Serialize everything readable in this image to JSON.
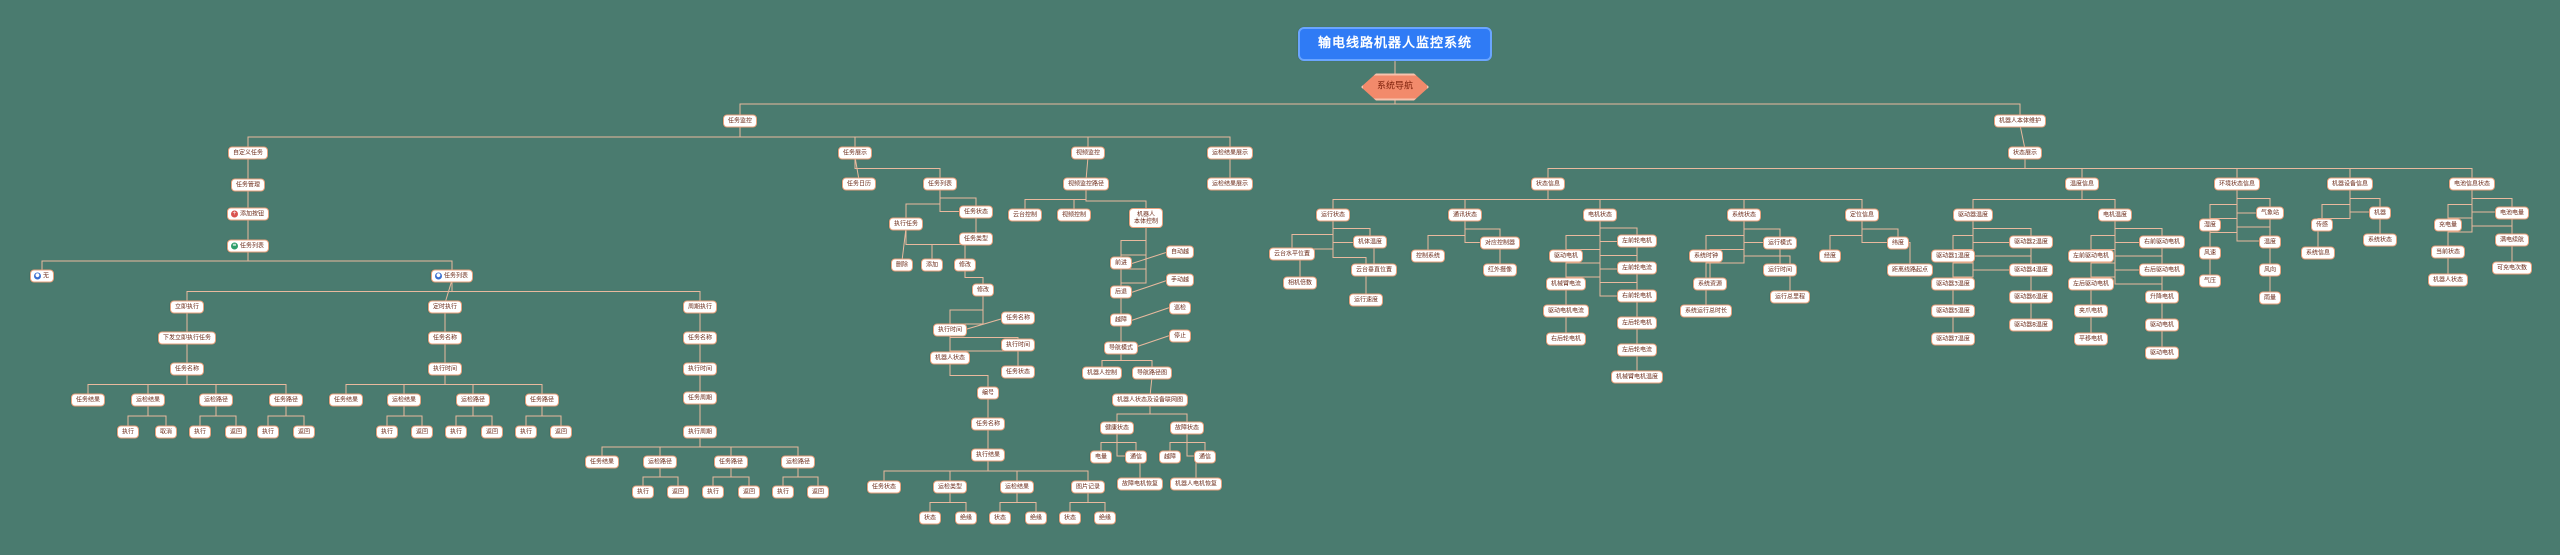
{
  "root": "输电线路机器人监控系统",
  "hub": "系统导航",
  "nodes": [
    {
      "id": "n1",
      "p": "hub",
      "t": "任务监控"
    },
    {
      "id": "n2",
      "p": "hub",
      "t": "机器人本体维护"
    },
    {
      "id": "a1",
      "p": "n1",
      "t": "自定义任务"
    },
    {
      "id": "a2",
      "p": "n1",
      "t": "任务展示"
    },
    {
      "id": "a3",
      "p": "n1",
      "t": "视频监控"
    },
    {
      "id": "a4",
      "p": "n1",
      "t": "运检结果展示"
    },
    {
      "id": "a1a",
      "p": "a1",
      "t": "任务管理"
    },
    {
      "id": "a1b",
      "p": "a1a",
      "t": "添加按钮",
      "icon": "red"
    },
    {
      "id": "a1c",
      "p": "a1b",
      "t": "任务列表",
      "icon": "green"
    },
    {
      "id": "a1d",
      "p": "a1c",
      "t": "无",
      "icon": "blue"
    },
    {
      "id": "a1e",
      "p": "a1c",
      "t": "任务列表",
      "icon": "blue"
    },
    {
      "id": "b1",
      "p": "a1e",
      "t": "立即执行"
    },
    {
      "id": "b2",
      "p": "a1e",
      "t": "定时执行"
    },
    {
      "id": "b3",
      "p": "a1e",
      "t": "周期执行"
    },
    {
      "id": "b1a",
      "p": "b1",
      "t": "下发立即执行任务"
    },
    {
      "id": "b1b",
      "p": "b1a",
      "t": "任务名称"
    },
    {
      "id": "b1c1",
      "p": "b1b",
      "t": "任务结果"
    },
    {
      "id": "b1c2",
      "p": "b1b",
      "t": "运检结果"
    },
    {
      "id": "b1c3",
      "p": "b1b",
      "t": "运检路径"
    },
    {
      "id": "b1c4",
      "p": "b1b",
      "t": "任务路径"
    },
    {
      "id": "b1d1",
      "p": "b1c2",
      "t": "执行"
    },
    {
      "id": "b1d2",
      "p": "b1c2",
      "t": "取消"
    },
    {
      "id": "b1d3",
      "p": "b1c3",
      "t": "执行"
    },
    {
      "id": "b1d4",
      "p": "b1c3",
      "t": "返回"
    },
    {
      "id": "b1d5",
      "p": "b1c4",
      "t": "执行"
    },
    {
      "id": "b1d6",
      "p": "b1c4",
      "t": "返回"
    },
    {
      "id": "b2a",
      "p": "b2",
      "t": "任务名称"
    },
    {
      "id": "b2b",
      "p": "b2a",
      "t": "执行时间"
    },
    {
      "id": "b2c1",
      "p": "b2b",
      "t": "任务结果"
    },
    {
      "id": "b2c2",
      "p": "b2b",
      "t": "运检结果"
    },
    {
      "id": "b2c3",
      "p": "b2b",
      "t": "运检路径"
    },
    {
      "id": "b2c4",
      "p": "b2b",
      "t": "任务路径"
    },
    {
      "id": "b2d1",
      "p": "b2c2",
      "t": "执行"
    },
    {
      "id": "b2d2",
      "p": "b2c2",
      "t": "返回"
    },
    {
      "id": "b2d3",
      "p": "b2c3",
      "t": "执行"
    },
    {
      "id": "b2d4",
      "p": "b2c3",
      "t": "返回"
    },
    {
      "id": "b2d5",
      "p": "b2c4",
      "t": "执行"
    },
    {
      "id": "b2d6",
      "p": "b2c4",
      "t": "返回"
    },
    {
      "id": "b3a",
      "p": "b3",
      "t": "任务名称"
    },
    {
      "id": "b3b",
      "p": "b3a",
      "t": "执行时间"
    },
    {
      "id": "b3c",
      "p": "b3b",
      "t": "任务周期"
    },
    {
      "id": "b3d",
      "p": "b3c",
      "t": "执行周期"
    },
    {
      "id": "b3e1",
      "p": "b3d",
      "t": "任务结果"
    },
    {
      "id": "b3e2",
      "p": "b3d",
      "t": "运检路径"
    },
    {
      "id": "b3e3",
      "p": "b3d",
      "t": "任务路径"
    },
    {
      "id": "b3e4",
      "p": "b3d",
      "t": "运检路径"
    },
    {
      "id": "b3f1",
      "p": "b3e2",
      "t": "执行"
    },
    {
      "id": "b3f2",
      "p": "b3e2",
      "t": "返回"
    },
    {
      "id": "b3f3",
      "p": "b3e3",
      "t": "执行"
    },
    {
      "id": "b3f4",
      "p": "b3e3",
      "t": "返回"
    },
    {
      "id": "b3f5",
      "p": "b3e4",
      "t": "执行"
    },
    {
      "id": "b3f6",
      "p": "b3e4",
      "t": "返回"
    },
    {
      "id": "c1",
      "p": "a2",
      "t": "任务日历"
    },
    {
      "id": "c2",
      "p": "a2",
      "t": "任务列表"
    },
    {
      "id": "c2a",
      "p": "c2",
      "t": "执行任务"
    },
    {
      "id": "c2b",
      "p": "c2",
      "t": "任务状态"
    },
    {
      "id": "c2c",
      "p": "c2",
      "t": "任务类型"
    },
    {
      "id": "c3a",
      "p": "c2a",
      "t": "删除"
    },
    {
      "id": "c3b",
      "p": "c2a",
      "t": "添加"
    },
    {
      "id": "c3c",
      "p": "c2a",
      "t": "修改"
    },
    {
      "id": "d1",
      "p": "c3c",
      "t": "修改"
    },
    {
      "id": "d2",
      "p": "d1",
      "t": "执行时间"
    },
    {
      "id": "d3",
      "p": "d1",
      "t": "机器人状态"
    },
    {
      "id": "d2a",
      "p": "d2",
      "t": "任务名称"
    },
    {
      "id": "d2b",
      "p": "d2",
      "t": "执行时间"
    },
    {
      "id": "d2c",
      "p": "d2",
      "t": "任务状态"
    },
    {
      "id": "d4",
      "p": "d3",
      "t": "编号"
    },
    {
      "id": "d5",
      "p": "d4",
      "t": "任务名称"
    },
    {
      "id": "d6",
      "p": "d5",
      "t": "执行结果"
    },
    {
      "id": "d6a",
      "p": "d6",
      "t": "任务状态"
    },
    {
      "id": "d6b",
      "p": "d6",
      "t": "运检类型"
    },
    {
      "id": "d6c",
      "p": "d6",
      "t": "运检结果"
    },
    {
      "id": "d6d",
      "p": "d6",
      "t": "图片记录"
    },
    {
      "id": "d7a",
      "p": "d6b",
      "t": "状态"
    },
    {
      "id": "d7b",
      "p": "d6b",
      "t": "绝缘"
    },
    {
      "id": "d7c",
      "p": "d6c",
      "t": "状态"
    },
    {
      "id": "d7d",
      "p": "d6c",
      "t": "绝缘"
    },
    {
      "id": "d7e",
      "p": "d6d",
      "t": "状态"
    },
    {
      "id": "d7f",
      "p": "d6d",
      "t": "绝缘"
    },
    {
      "id": "e1",
      "p": "a3",
      "t": "视频监控路径"
    },
    {
      "id": "e1a",
      "p": "e1",
      "t": "云台控制"
    },
    {
      "id": "e1b",
      "p": "e1",
      "t": "视频控制"
    },
    {
      "id": "e1c",
      "p": "e1",
      "t": "机器人\n本体控制"
    },
    {
      "id": "e2a",
      "p": "e1c",
      "t": "前进"
    },
    {
      "id": "e2b",
      "p": "e1c",
      "t": "后退"
    },
    {
      "id": "e2c",
      "p": "e1c",
      "t": "越障"
    },
    {
      "id": "e2d",
      "p": "e1c",
      "t": "导航模式"
    },
    {
      "id": "e3a",
      "p": "e2a",
      "t": "自动越"
    },
    {
      "id": "e3b",
      "p": "e2b",
      "t": "手动越"
    },
    {
      "id": "e3c",
      "p": "e2c",
      "t": "巡检"
    },
    {
      "id": "e3d",
      "p": "e2d",
      "t": "停止"
    },
    {
      "id": "e4a",
      "p": "e2d",
      "t": "机器人控制"
    },
    {
      "id": "e4b",
      "p": "e2d",
      "t": "导航路径图"
    },
    {
      "id": "e5",
      "p": "e4b",
      "t": "机器人状态及设备联网图"
    },
    {
      "id": "e5a",
      "p": "e5",
      "t": "健康状态"
    },
    {
      "id": "e5b",
      "p": "e5",
      "t": "故障状态"
    },
    {
      "id": "e6a",
      "p": "e5a",
      "t": "电量"
    },
    {
      "id": "e6b",
      "p": "e5a",
      "t": "通信"
    },
    {
      "id": "e6c",
      "p": "e5b",
      "t": "越障"
    },
    {
      "id": "e6d",
      "p": "e5b",
      "t": "通信"
    },
    {
      "id": "e7a",
      "p": "e5a",
      "t": "故障电机恢复"
    },
    {
      "id": "e7b",
      "p": "e5b",
      "t": "机器人电机恢复"
    },
    {
      "id": "f1",
      "p": "a4",
      "t": "运检结果展示"
    },
    {
      "id": "g1",
      "p": "n2",
      "t": "状态展示"
    },
    {
      "id": "g2",
      "p": "g1",
      "t": "状态信息"
    },
    {
      "id": "g3",
      "p": "g1",
      "t": "温度信息"
    },
    {
      "id": "g4",
      "p": "g1",
      "t": "环境状态信息"
    },
    {
      "id": "g5",
      "p": "g1",
      "t": "机器设备信息"
    },
    {
      "id": "g6",
      "p": "g1",
      "t": "电池信息状态"
    },
    {
      "id": "h1",
      "p": "g2",
      "t": "运行状态"
    },
    {
      "id": "h2",
      "p": "g2",
      "t": "通讯状态"
    },
    {
      "id": "h3",
      "p": "g2",
      "t": "电机状态"
    },
    {
      "id": "h4",
      "p": "g2",
      "t": "系统状态"
    },
    {
      "id": "h5",
      "p": "g2",
      "t": "定位信息"
    },
    {
      "id": "h1a",
      "p": "h1",
      "t": "云台水平位置"
    },
    {
      "id": "h1b",
      "p": "h1",
      "t": "机体温度"
    },
    {
      "id": "h1c",
      "p": "h1",
      "t": "云台垂直位置"
    },
    {
      "id": "h1d",
      "p": "h1",
      "t": "相机倍数"
    },
    {
      "id": "h1e",
      "p": "h1",
      "t": "运行速度"
    },
    {
      "id": "h2a",
      "p": "h2",
      "t": "控制系统"
    },
    {
      "id": "h2b",
      "p": "h2",
      "t": "对应控制器"
    },
    {
      "id": "h2c",
      "p": "h2",
      "t": "红外摄像"
    },
    {
      "id": "h3a",
      "p": "h3",
      "t": "驱动电机"
    },
    {
      "id": "h3b",
      "p": "h3",
      "t": "左前轮电机"
    },
    {
      "id": "h3c",
      "p": "h3",
      "t": "左前轮电流"
    },
    {
      "id": "h3d",
      "p": "h3",
      "t": "右前轮电机"
    },
    {
      "id": "h3e",
      "p": "h3",
      "t": "机械臂电流"
    },
    {
      "id": "h3f",
      "p": "h3",
      "t": "驱动电机电流"
    },
    {
      "id": "h3g",
      "p": "h3",
      "t": "左后轮电机"
    },
    {
      "id": "h3h",
      "p": "h3",
      "t": "左后轮电流"
    },
    {
      "id": "h3i",
      "p": "h3",
      "t": "右后轮电机"
    },
    {
      "id": "h3j",
      "p": "h3",
      "t": "机械臂电机温度"
    },
    {
      "id": "h4a",
      "p": "h4",
      "t": "系统时钟"
    },
    {
      "id": "h4b",
      "p": "h4",
      "t": "运行模式"
    },
    {
      "id": "h4c",
      "p": "h4",
      "t": "系统资源"
    },
    {
      "id": "h4d",
      "p": "h4",
      "t": "运行时间"
    },
    {
      "id": "h4e",
      "p": "h4",
      "t": "系统运行总时长"
    },
    {
      "id": "h4f",
      "p": "h4",
      "t": "运行总里程"
    },
    {
      "id": "h5a",
      "p": "h5",
      "t": "经度"
    },
    {
      "id": "h5b",
      "p": "h5",
      "t": "纬度"
    },
    {
      "id": "h5c",
      "p": "h5",
      "t": "距离线路起点"
    },
    {
      "id": "i1",
      "p": "g3",
      "t": "驱动器温度"
    },
    {
      "id": "i2",
      "p": "g3",
      "t": "电机温度"
    },
    {
      "id": "i1a",
      "p": "i1",
      "t": "驱动器1温度"
    },
    {
      "id": "i1b",
      "p": "i1",
      "t": "驱动器2温度"
    },
    {
      "id": "i1c",
      "p": "i1",
      "t": "驱动器3温度"
    },
    {
      "id": "i1d",
      "p": "i1",
      "t": "驱动器4温度"
    },
    {
      "id": "i1e",
      "p": "i1",
      "t": "驱动器5温度"
    },
    {
      "id": "i1f",
      "p": "i1",
      "t": "驱动器6温度"
    },
    {
      "id": "i1g",
      "p": "i1",
      "t": "驱动器7温度"
    },
    {
      "id": "i1h",
      "p": "i1",
      "t": "驱动器8温度"
    },
    {
      "id": "i2a",
      "p": "i2",
      "t": "左前驱动电机"
    },
    {
      "id": "i2b",
      "p": "i2",
      "t": "右前驱动电机"
    },
    {
      "id": "i2c",
      "p": "i2",
      "t": "左后驱动电机"
    },
    {
      "id": "i2d",
      "p": "i2",
      "t": "右后驱动电机"
    },
    {
      "id": "i2e",
      "p": "i2",
      "t": "夹爪电机"
    },
    {
      "id": "i2f",
      "p": "i2",
      "t": "升降电机"
    },
    {
      "id": "i2g",
      "p": "i2",
      "t": "平移电机"
    },
    {
      "id": "i2h",
      "p": "i2",
      "t": "驱动电机"
    },
    {
      "id": "i2i",
      "p": "i2",
      "t": "驱动电机"
    },
    {
      "id": "j1",
      "p": "g4",
      "t": "湿度"
    },
    {
      "id": "j2",
      "p": "g4",
      "t": "风速"
    },
    {
      "id": "j3",
      "p": "g4",
      "t": "气压"
    },
    {
      "id": "j4",
      "p": "g4",
      "t": "气象站"
    },
    {
      "id": "j5",
      "p": "g4",
      "t": "温度"
    },
    {
      "id": "j6",
      "p": "g4",
      "t": "风向"
    },
    {
      "id": "j7",
      "p": "g4",
      "t": "雨量"
    },
    {
      "id": "k1",
      "p": "g5",
      "t": "传感"
    },
    {
      "id": "k2",
      "p": "g5",
      "t": "系统信息"
    },
    {
      "id": "k3",
      "p": "g5",
      "t": "机器"
    },
    {
      "id": "k4",
      "p": "g5",
      "t": "系统状态"
    },
    {
      "id": "l1",
      "p": "g6",
      "t": "充电量"
    },
    {
      "id": "l2",
      "p": "g6",
      "t": "当前状态"
    },
    {
      "id": "l3",
      "p": "g6",
      "t": "机器人状态"
    },
    {
      "id": "l4",
      "p": "g6",
      "t": "电池电量"
    },
    {
      "id": "l5",
      "p": "g6",
      "t": "满电续航"
    },
    {
      "id": "l6",
      "p": "g6",
      "t": "可充电次数"
    }
  ]
}
